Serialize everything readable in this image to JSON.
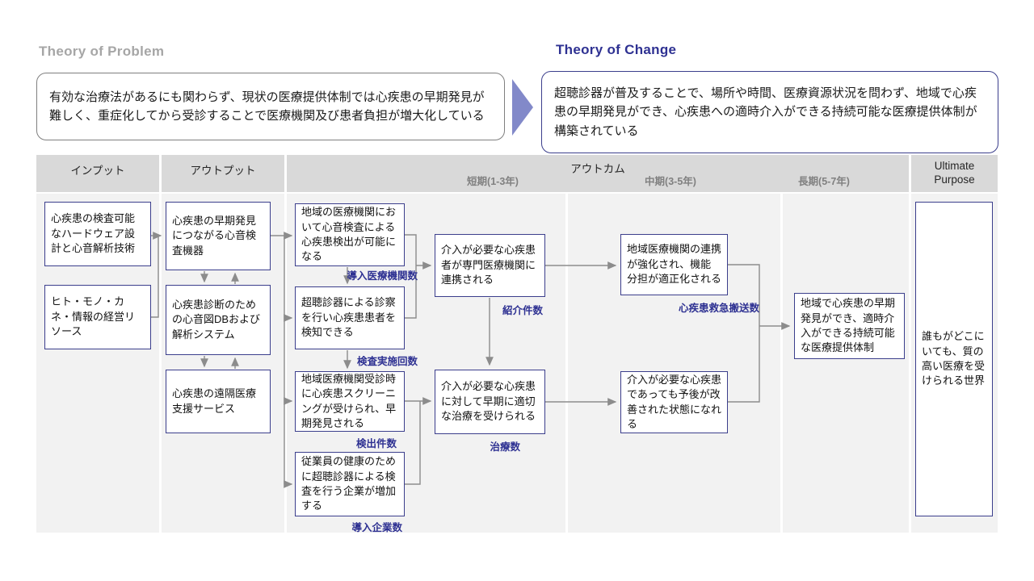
{
  "problem": {
    "heading": "Theory of Problem",
    "text": "有効な治療法があるにも関わらず、現状の医療提供体制では心疾患の早期発見が難しく、重症化してから受診することで医療機関及び患者負担が増大化している"
  },
  "change": {
    "heading": "Theory of Change",
    "text": "超聴診器が普及することで、場所や時間、医療資源状況を問わず、地域で心疾患の早期発見ができ、心疾患への適時介入ができる持続可能な医療提供体制が構築されている"
  },
  "header": {
    "input": "インプット",
    "output": "アウトプット",
    "outcome": "アウトカム",
    "short_term": "短期(1-3年)",
    "mid_term": "中期(3-5年)",
    "long_term": "長期(5-7年)",
    "ultimate": "Ultimate Purpose"
  },
  "boxes": {
    "input1": "心疾患の検査可能なハードウェア設計と心音解析技術",
    "input2": "ヒト・モノ・カネ・情報の経営リソース",
    "output1": "心疾患の早期発見につながる心音検査機器",
    "output2": "心疾患診断のための心音図DBおよび解析システム",
    "output3": "心疾患の遠隔医療支援サービス",
    "short1": "地域の医療機関において心音検査による心疾患検出が可能になる",
    "short2": "超聴診器による診察を行い心疾患患者を検知できる",
    "short3": "地域医療機関受診時に心疾患スクリーニングが受けられ、早期発見される",
    "short4": "従業員の健康のために超聴診器による検査を行う企業が増加する",
    "short5": "介入が必要な心疾患者が専門医療機関に連携される",
    "short6": "介入が必要な心疾患に対して早期に適切な治療を受けられる",
    "mid1": "地域医療機関の連携が強化され、機能分担が適正化される",
    "mid2": "介入が必要な心疾患であっても予後が改善された状態になれる",
    "long1": "地域で心疾患の早期発見ができ、適時介入ができる持続可能な医療提供体制",
    "ultimate": "誰もがどこにいても、質の高い医療を受けられる世界"
  },
  "kpis": {
    "adopting_institutions": "導入医療機関数",
    "tests_performed": "検査実施回数",
    "detections": "検出件数",
    "adopting_companies": "導入企業数",
    "referrals": "紹介件数",
    "treatments": "治療数",
    "emergency_transports": "心疾患救急搬送数"
  },
  "colors": {
    "navy_accent": "#2e3192",
    "box_border": "#3b3e8c",
    "heading_gray": "#a6a6a6",
    "header_bg": "#d9d9d9",
    "body_bg": "#f2f2f2",
    "connector_gray": "#8c8c8c",
    "chevron_blue": "#8289c9"
  }
}
